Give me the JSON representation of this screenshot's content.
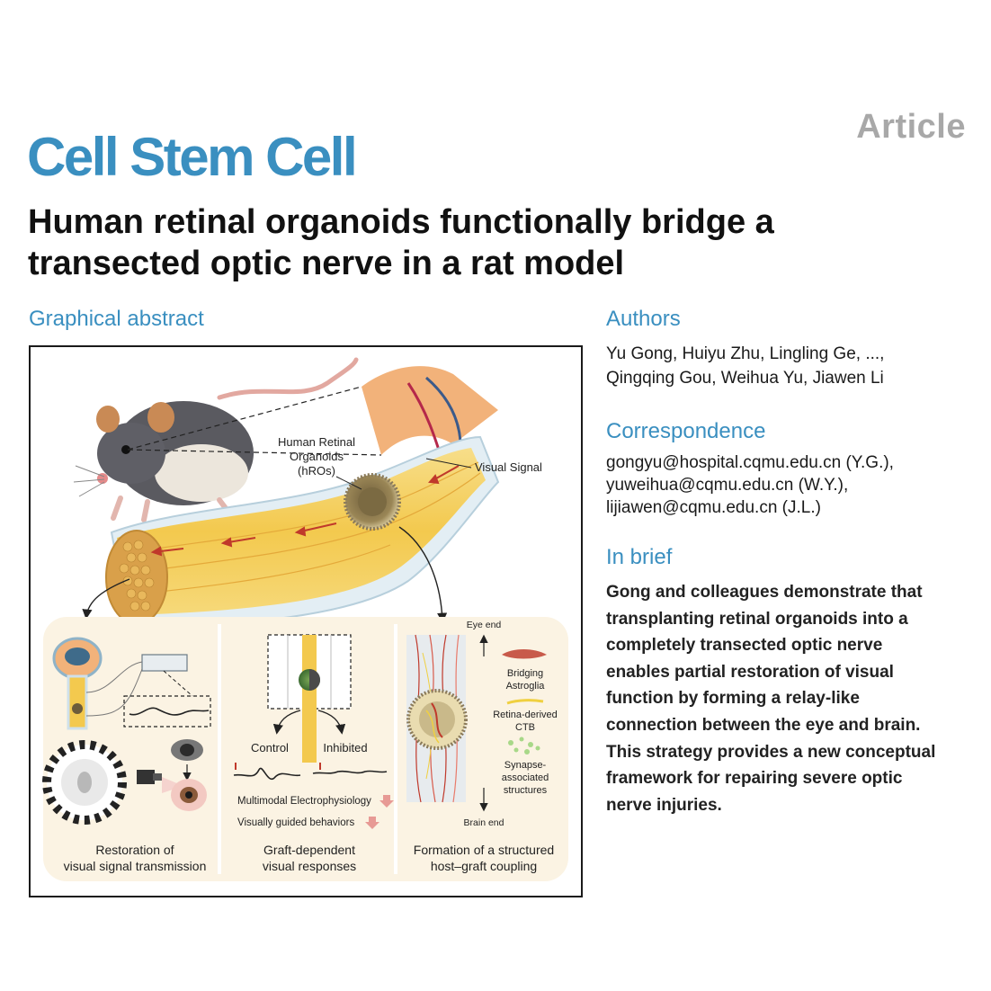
{
  "header": {
    "article_label": "Article",
    "journal": "Cell Stem Cell",
    "title_line1": "Human retinal organoids functionally bridge a",
    "title_line2": "transected optic nerve in a rat model"
  },
  "graphical_abstract": {
    "heading": "Graphical abstract",
    "labels": {
      "hros_line1": "Human Retinal",
      "hros_line2": "Organoids",
      "hros_line3": "(hROs)",
      "visual_signal": "Visual Signal",
      "eye_end": "Eye end",
      "brain_end": "Brain end",
      "bridging_line1": "Bridging",
      "bridging_line2": "Astroglia",
      "ctb_line1": "Retina-derived",
      "ctb_line2": "CTB",
      "synapse_line1": "Synapse-",
      "synapse_line2": "associated",
      "synapse_line3": "structures",
      "control": "Control",
      "inhibited": "Inhibited",
      "multimodal": "Multimodal Electrophysiology",
      "visually_guided": "Visually guided behaviors"
    },
    "panels": [
      {
        "caption_line1": "Restoration of",
        "caption_line2": "visual signal transmission"
      },
      {
        "caption_line1": "Graft-dependent",
        "caption_line2": "visual responses"
      },
      {
        "caption_line1": "Formation of a structured",
        "caption_line2": "host–graft coupling"
      }
    ],
    "colors": {
      "accent_red": "#c0392b",
      "nerve_yellow": "#f3c94e",
      "panel_bg": "#fbf3e3",
      "journal_blue": "#3a8fc0"
    }
  },
  "authors": {
    "heading": "Authors",
    "line1": "Yu Gong, Huiyu Zhu, Lingling Ge, ...,",
    "line2": "Qingqing Gou, Weihua Yu, Jiawen Li"
  },
  "correspondence": {
    "heading": "Correspondence",
    "emails": [
      "gongyu@hospital.cqmu.edu.cn (Y.G.),",
      "yuweihua@cqmu.edu.cn (W.Y.),",
      "lijiawen@cqmu.edu.cn (J.L.)"
    ]
  },
  "in_brief": {
    "heading": "In brief",
    "lines": [
      "Gong and colleagues demonstrate that",
      "transplanting retinal organoids into a",
      "completely transected optic nerve",
      "enables partial restoration of visual",
      "function by forming a relay-like",
      "connection between the eye and brain.",
      "This strategy provides a new conceptual",
      "framework for repairing severe optic",
      "nerve injuries."
    ]
  }
}
